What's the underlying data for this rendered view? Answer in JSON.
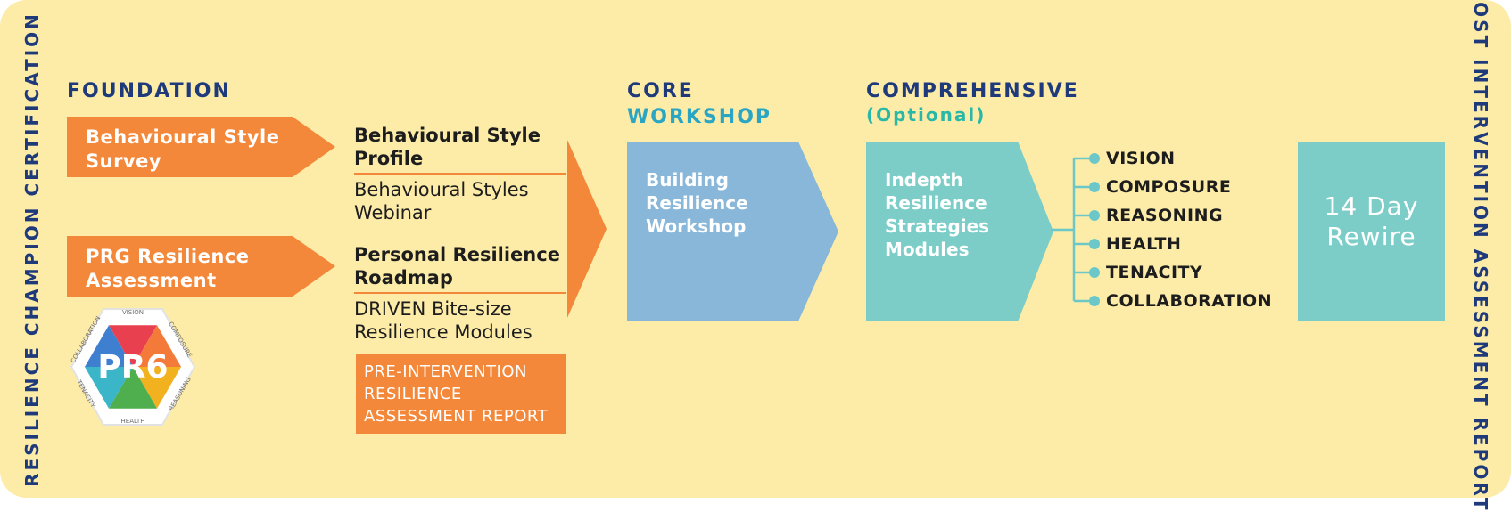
{
  "side_labels": {
    "left": "RESILIENCE CHAMPION CERTIFICATION",
    "right": "POST INTERVENTION ASSESSMENT REPORT"
  },
  "foundation": {
    "heading": "FOUNDATION",
    "steps": [
      {
        "arrow": [
          "Behavioural Style",
          "Survey"
        ],
        "output_title": [
          "Behavioural Style",
          "Profile"
        ],
        "output_detail": [
          "Behavioural Styles",
          "Webinar"
        ]
      },
      {
        "arrow": [
          "PRG Resilience",
          "Assessment"
        ],
        "output_title": [
          "Personal Resilience",
          "Roadmap"
        ],
        "output_detail": [
          "DRIVEN Bite-size",
          "Resilience Modules"
        ]
      }
    ],
    "report": [
      "PRE-INTERVENTION",
      "RESILIENCE",
      "ASSESSMENT REPORT"
    ]
  },
  "logo": {
    "center": "PR6",
    "segments": [
      "VISION",
      "COMPOSURE",
      "REASONING",
      "HEALTH",
      "TENACITY",
      "COLLABORATION"
    ],
    "segment_colors": [
      "#e8404f",
      "#f47a3a",
      "#f2b21f",
      "#4fae4e",
      "#3bb6c8",
      "#3f7fd0"
    ]
  },
  "core": {
    "heading_line1": "CORE",
    "heading_line2": "WORKSHOP",
    "box": [
      "Building",
      "Resilience",
      "Workshop"
    ]
  },
  "comprehensive": {
    "heading": "COMPREHENSIVE",
    "subheading": "(Optional)",
    "box": [
      "Indepth",
      "Resilience",
      "Strategies",
      "Modules"
    ],
    "pillars": [
      "VISION",
      "COMPOSURE",
      "REASONING",
      "HEALTH",
      "TENACITY",
      "COLLABORATION"
    ]
  },
  "rewire": [
    "14 Day",
    "Rewire"
  ],
  "colors": {
    "background": "#fdeca8",
    "navy": "#1e3a7b",
    "orange": "#f4883a",
    "blue": "#88b7da",
    "teal": "#7ccdc8",
    "teal_dot": "#6cc8c8"
  }
}
